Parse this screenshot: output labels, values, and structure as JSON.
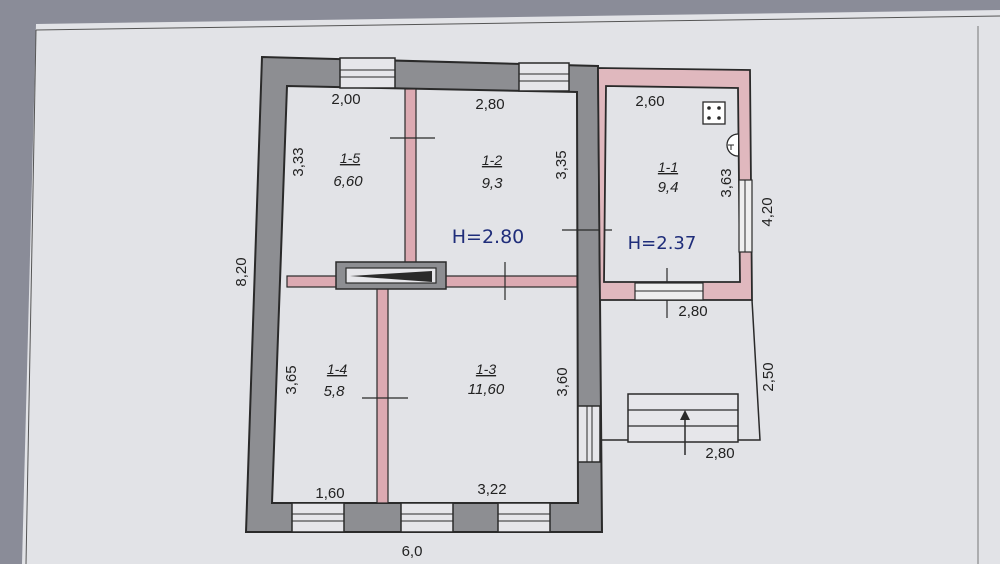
{
  "plan": {
    "overall": {
      "height_label": "8,20",
      "width_label": "6,0"
    },
    "rooms": [
      {
        "id": "1-5",
        "area": "6,60",
        "side_label": "3,33",
        "top_label": "2,00"
      },
      {
        "id": "1-2",
        "area": "9,3",
        "side_label": "3,35",
        "top_label": "2,80"
      },
      {
        "id": "1-1",
        "area": "9,4",
        "side_label": "3,63",
        "top_label": "2,60"
      },
      {
        "id": "1-4",
        "area": "5,8",
        "side_label": "3,65",
        "bottom_label": "1,60"
      },
      {
        "id": "1-3",
        "area": "11,60",
        "side_label": "3,60",
        "bottom_label": "3,22"
      }
    ],
    "heights": {
      "main": "H=2.80",
      "annex": "H=2.37"
    },
    "annex": {
      "outer_height": "4,20",
      "bottom_width": "2,80"
    },
    "porch": {
      "height": "2,50",
      "width": "2,80"
    }
  },
  "colors": {
    "paper": "#e2e3e7",
    "wall_fill": "#8d8e92",
    "annex_wall_fill": "#e0b8be",
    "partition_fill": "#dcaab2",
    "line": "#2a2a2a",
    "ink": "#1f2d7a"
  },
  "icons": [
    "stove-icon",
    "chimney-icon",
    "stair-arrow-icon"
  ]
}
